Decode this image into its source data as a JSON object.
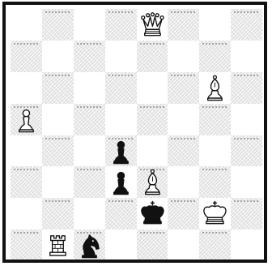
{
  "board": {
    "files": [
      "a",
      "b",
      "c",
      "d",
      "e",
      "f",
      "g",
      "h"
    ],
    "ranks": [
      8,
      7,
      6,
      5,
      4,
      3,
      2,
      1
    ],
    "orientation": "white-at-bottom",
    "colors": {
      "light_square": "#ffffff",
      "dark_square_hatch": "#7a7a7a",
      "frame": "#111111",
      "white_piece_fill": "#ffffff",
      "black_piece_fill": "#111111"
    },
    "pieces": [
      {
        "square": "e8",
        "type": "queen",
        "color": "white",
        "icon": "white-queen-icon"
      },
      {
        "square": "g6",
        "type": "bishop",
        "color": "white",
        "icon": "white-bishop-icon"
      },
      {
        "square": "a5",
        "type": "pawn",
        "color": "white",
        "icon": "white-pawn-icon"
      },
      {
        "square": "d4",
        "type": "pawn",
        "color": "black",
        "icon": "black-pawn-icon"
      },
      {
        "square": "d3",
        "type": "pawn",
        "color": "black",
        "icon": "black-pawn-icon"
      },
      {
        "square": "e3",
        "type": "bishop",
        "color": "white",
        "icon": "white-bishop-icon"
      },
      {
        "square": "e2",
        "type": "king",
        "color": "black",
        "icon": "black-king-icon"
      },
      {
        "square": "g2",
        "type": "king",
        "color": "white",
        "icon": "white-king-icon"
      },
      {
        "square": "b1",
        "type": "rook",
        "color": "white",
        "icon": "white-rook-icon"
      },
      {
        "square": "c1",
        "type": "knight",
        "color": "black",
        "icon": "black-knight-icon"
      }
    ]
  }
}
